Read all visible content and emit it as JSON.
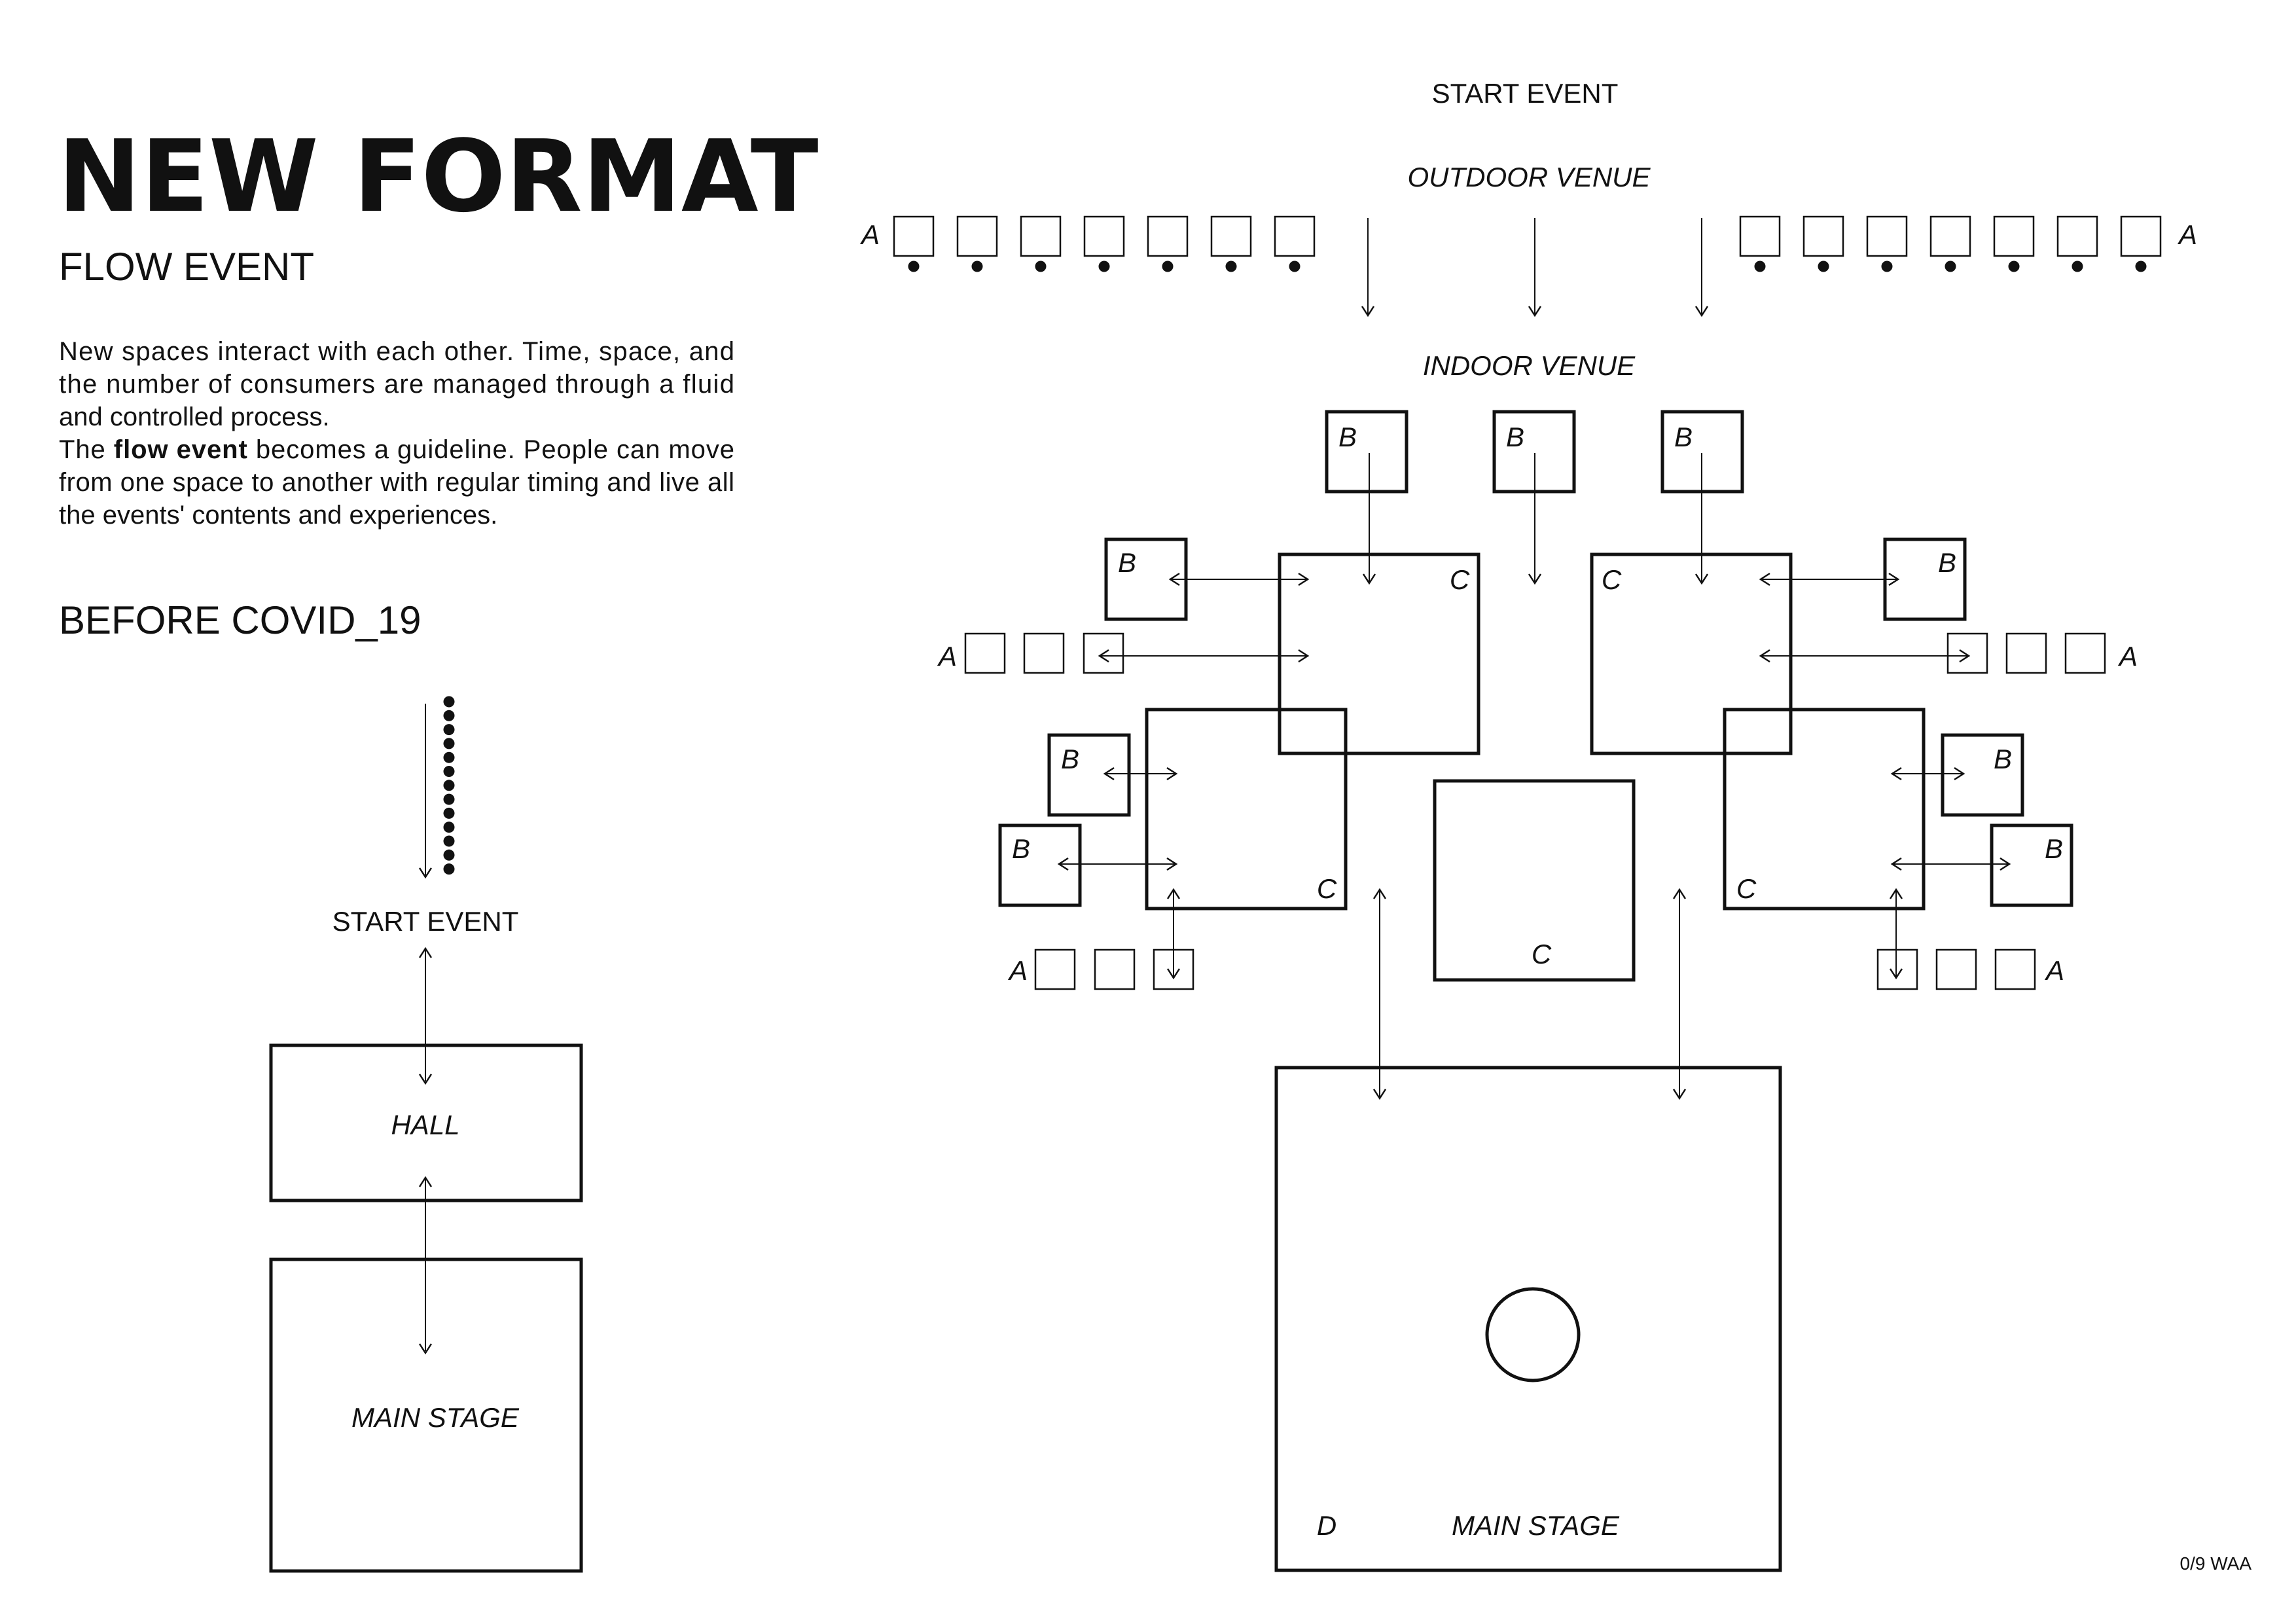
{
  "header": {
    "title": "NEW FORMAT",
    "subtitle": "FLOW EVENT"
  },
  "intro": {
    "line1": "New spaces interact with each other. Time, space, and",
    "line2": "the number of consumers are managed through a fluid",
    "line3": "and controlled process.",
    "line4_pre": "The ",
    "line4_bold": "flow event",
    "line4_post": " becomes a guideline. People can move",
    "line5": "from one space to another with regular timing and live all",
    "line6": "the events' contents and experiences."
  },
  "before": {
    "heading": "BEFORE COVID_19",
    "start_event": "START EVENT",
    "hall": "HALL",
    "main_stage": "MAIN STAGE"
  },
  "flow": {
    "start_event": "START EVENT",
    "outdoor_venue": "OUTDOOR VENUE",
    "indoor_venue": "INDOOR VENUE",
    "label_a": "A",
    "label_b": "B",
    "label_c": "C",
    "label_d": "D",
    "main_stage": "MAIN STAGE"
  },
  "footer": {
    "page_code": "0/9 WAA"
  }
}
